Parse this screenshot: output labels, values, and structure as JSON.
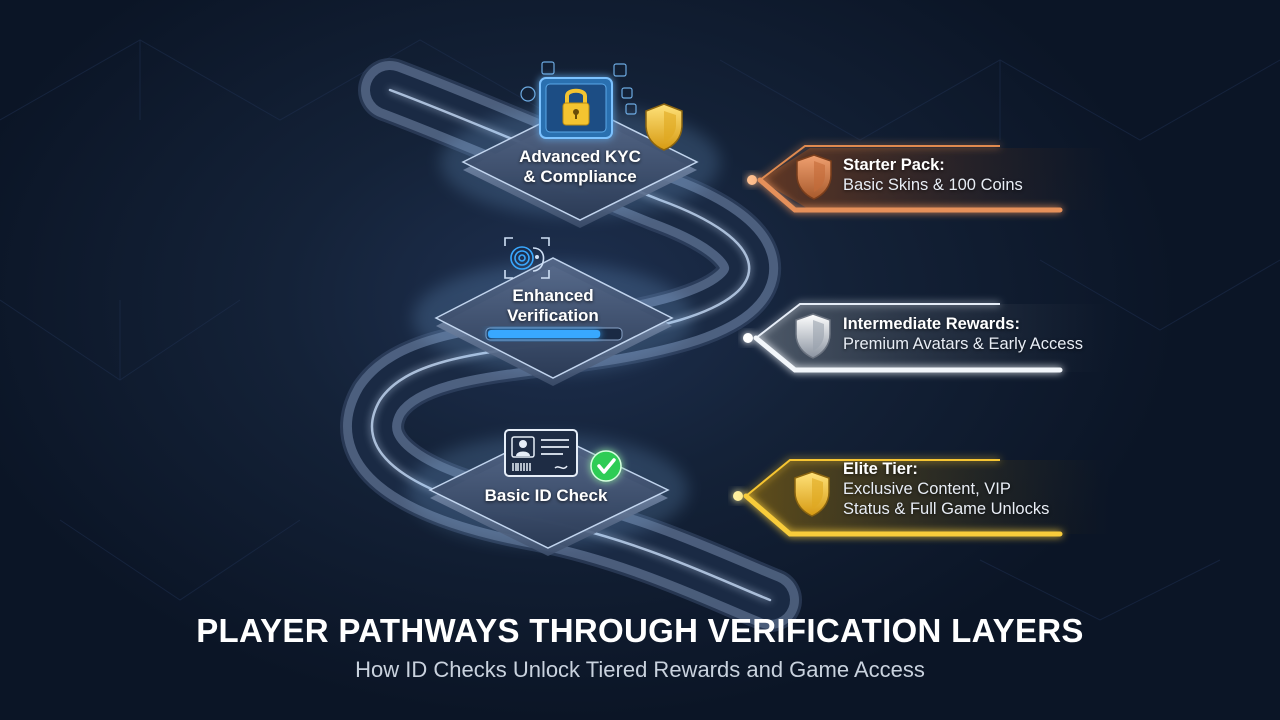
{
  "title": "PLAYER PATHWAYS THROUGH VERIFICATION LAYERS",
  "subtitle": "How ID Checks Unlock Tiered Rewards and Game Access",
  "layers": [
    {
      "label_lines": [
        "Advanced KYC",
        "& Compliance"
      ],
      "icon": "padlock-vault-icon",
      "badge": "gold-shield-icon"
    },
    {
      "label_lines": [
        "Enhanced",
        "Verification"
      ],
      "icon": "fingerprint-face-scan-icon",
      "progress": 0.85
    },
    {
      "label_lines": [
        "Basic ID Check"
      ],
      "icon": "id-card-icon",
      "badge": "green-check-icon"
    }
  ],
  "rewards": [
    {
      "title": "Starter Pack:",
      "desc_lines": [
        "Basic Skins & 100 Coins"
      ],
      "tier_icon": "bronze-shield-icon",
      "color": "#d9824a"
    },
    {
      "title": "Intermediate Rewards:",
      "desc_lines": [
        "Premium Avatars & Early Access"
      ],
      "tier_icon": "silver-shield-icon",
      "color": "#dfe4ea"
    },
    {
      "title": "Elite Tier:",
      "desc_lines": [
        "Exclusive Content, VIP",
        "Status & Full Game Unlocks"
      ],
      "tier_icon": "gold-shield-icon",
      "color": "#f2c230"
    }
  ],
  "colors": {
    "background": "#0c1728",
    "path": "#9fb3cf",
    "accent_blue": "#39a8ff",
    "bronze": "#d9824a",
    "silver": "#dfe4ea",
    "gold": "#f2c230",
    "check": "#2ecc55"
  }
}
